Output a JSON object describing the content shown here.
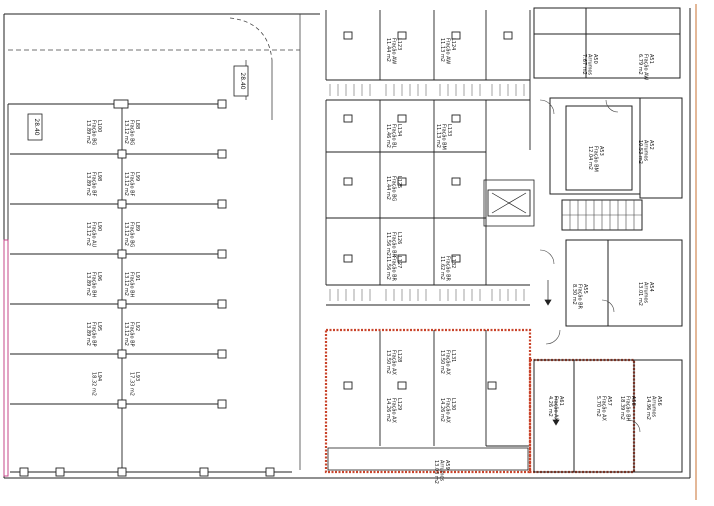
{
  "colors": {
    "line": "#222222",
    "highlight": "#c9442b",
    "dash_red": "#cc5555",
    "pink": "#c4478a",
    "right_border": "#c87030",
    "grid": "#999999"
  },
  "dimensions": {
    "top": "28.40",
    "left": "28.40"
  },
  "left_units": [
    {
      "code": "L88",
      "frac": "Fração BG",
      "area": "13.12 m2"
    },
    {
      "code": "L100",
      "frac": "Fração BG",
      "area": "13.89 m2"
    },
    {
      "code": "L99",
      "frac": "Fração BF",
      "area": "13.12 m2"
    },
    {
      "code": "L98",
      "frac": "Fração BF",
      "area": "13.89 m2"
    },
    {
      "code": "L89",
      "frac": "Fração BG",
      "area": "13.12 m2"
    },
    {
      "code": "L90",
      "frac": "Fração AU",
      "area": "13.12 m2"
    },
    {
      "code": "L91",
      "frac": "Fração BH",
      "area": "13.12 m2"
    },
    {
      "code": "L96",
      "frac": "Fração BH",
      "area": "13.89 m2"
    },
    {
      "code": "L92",
      "frac": "Fração BP",
      "area": "13.12 m2"
    },
    {
      "code": "L95",
      "frac": "Fração BP",
      "area": "13.89 m2"
    },
    {
      "code": "L93",
      "frac": "",
      "area": "17.33 m2"
    },
    {
      "code": "L94",
      "frac": "",
      "area": "18.32 m2"
    }
  ],
  "center_units": [
    {
      "code": "L123",
      "frac": "Fração AW",
      "area": "11.44 m2"
    },
    {
      "code": "L124",
      "frac": "Fração AW",
      "area": "11.13 m2"
    },
    {
      "code": "L133",
      "frac": "Fração BM",
      "area": "11.13 m2"
    },
    {
      "code": "L134",
      "frac": "Fração BL",
      "area": "11.46 m2"
    },
    {
      "code": "L125",
      "frac": "Fração BG",
      "area": "11.44 m2"
    },
    {
      "code": "L126",
      "frac": "Fração BR",
      "area": "11.56 m2"
    },
    {
      "code": "L127",
      "frac": "Fração BR",
      "area": "11.56 m2"
    },
    {
      "code": "L132",
      "frac": "Fração BR",
      "area": "11.62 m2"
    },
    {
      "code": "L131",
      "frac": "Fração AX",
      "area": "13.50 m2"
    },
    {
      "code": "L128",
      "frac": "Fração AX",
      "area": "13.50 m2"
    },
    {
      "code": "L130",
      "frac": "Fração AX",
      "area": "14.26 m2"
    },
    {
      "code": "L129",
      "frac": "Fração AX",
      "area": "14.26 m2"
    }
  ],
  "right_units": [
    {
      "code": "A50",
      "frac": "Arrumos",
      "area": "7.67 m2"
    },
    {
      "code": "A51",
      "frac": "Fração AW",
      "area": "6.79 m2"
    },
    {
      "code": "A52",
      "frac": "Arrumos",
      "area": "10.53 m2"
    },
    {
      "code": "A53",
      "frac": "Fração BM",
      "area": "12.04 m2"
    },
    {
      "code": "A54",
      "frac": "Arrumos",
      "area": "13.01 m2"
    },
    {
      "code": "A55",
      "frac": "Fração BR",
      "area": "8.30 m2"
    },
    {
      "code": "A56",
      "frac": "Arrumos",
      "area": "14.96 m2"
    },
    {
      "code": "A57",
      "frac": "Fração AX",
      "area": "5.70 m2"
    },
    {
      "code": "A58",
      "frac": "Fração BH",
      "area": "18.39 m2"
    },
    {
      "code": "A59",
      "frac": "Arrumos",
      "area": "13.03 m2"
    },
    {
      "code": "A61",
      "frac": "Fração AX",
      "area": "4.26 m2"
    }
  ]
}
